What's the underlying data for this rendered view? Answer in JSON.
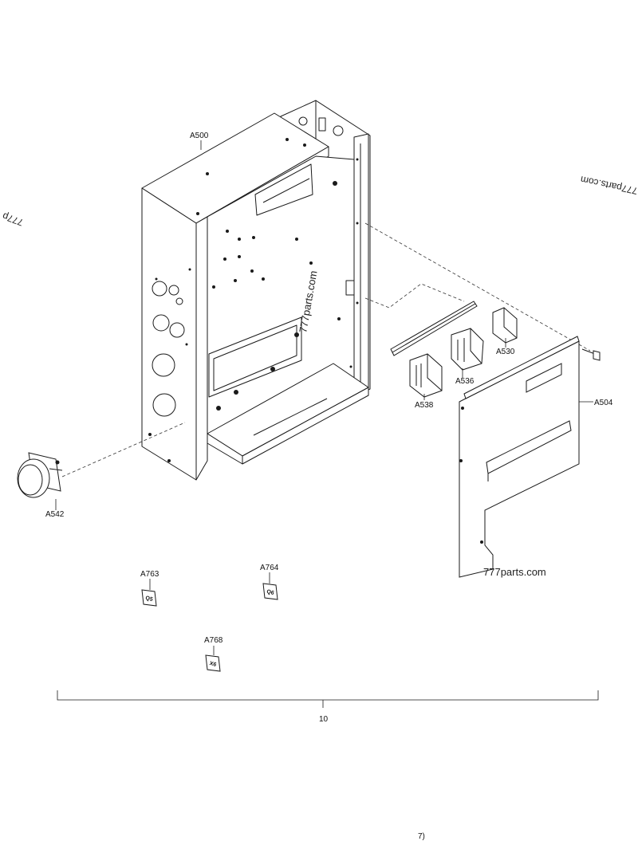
{
  "labels": {
    "a500": "A500",
    "a504": "A504",
    "a530": "A530",
    "a536": "A536",
    "a538": "A538",
    "a542": "A542",
    "a763": "A763",
    "a764": "A764",
    "a768": "A768",
    "assembly": "10"
  },
  "tags": {
    "a763": "Q5",
    "a764": "Q6",
    "a768": "X6"
  },
  "watermarks": {
    "center": "777parts.com",
    "right": "777parts.com",
    "bottom": "777parts.com",
    "left_fragment": "777p",
    "bottom_fragment": "7)"
  },
  "colors": {
    "line": "#1a1a1a",
    "background": "#ffffff"
  }
}
